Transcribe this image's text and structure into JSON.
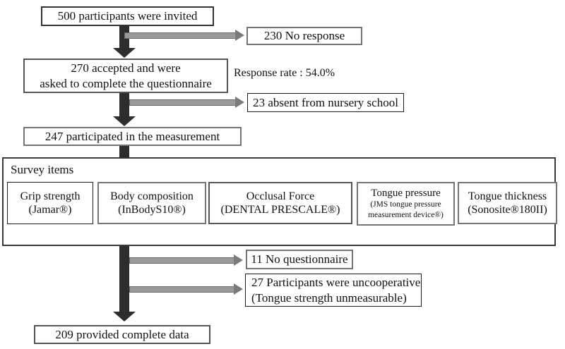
{
  "flow": {
    "invited": "500 participants were invited",
    "no_response": "230 No response",
    "accepted_line1": "270 accepted and were",
    "accepted_line2": "asked to complete the questionnaire",
    "response_rate": "Response rate : 54.0%",
    "absent": "23 absent from nursery school",
    "measurement": "247 participated in the measurement",
    "no_questionnaire": "11 No questionnaire",
    "uncooperative_line1": "27 Participants were uncooperative",
    "uncooperative_line2": "(Tongue strength unmeasurable)",
    "complete": "209 provided complete data"
  },
  "survey": {
    "label": "Survey items",
    "items": [
      {
        "line1": "Grip strength",
        "line2": "(Jamar®)"
      },
      {
        "line1": "Body composition",
        "line2": "(InBodyS10®)"
      },
      {
        "line1": "Occlusal Force",
        "line2": "(DENTAL PRESCALE®)"
      },
      {
        "line1": "Tongue pressure",
        "line2": "(JMS tongue pressure",
        "line3": "measurement device®)"
      },
      {
        "line1": "Tongue thickness",
        "line2": "(Sonosite®180II)"
      }
    ]
  },
  "colors": {
    "vertical_arrow": "#2d2d2d",
    "horizontal_arrow": "#9a9a9a",
    "box_border_dark": "#1c1c1c",
    "box_border_gray": "#757575"
  }
}
